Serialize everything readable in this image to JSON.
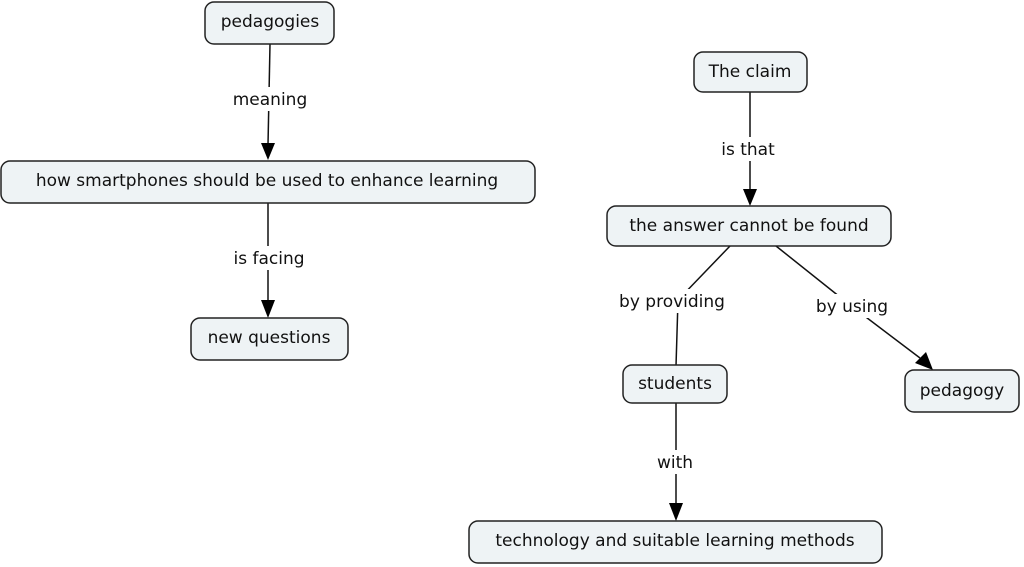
{
  "nodes": {
    "pedagogies": "pedagogies",
    "smartphones": "how smartphones should be used to enhance learning",
    "new_questions": "new questions",
    "claim": "The claim",
    "answer": "the answer cannot be found",
    "students": "students",
    "pedagogy": "pedagogy",
    "technology": "technology and suitable learning methods"
  },
  "links": {
    "meaning": "meaning",
    "is_facing": "is facing",
    "is_that": "is that",
    "by_providing": "by providing",
    "by_using": "by using",
    "with": "with"
  }
}
